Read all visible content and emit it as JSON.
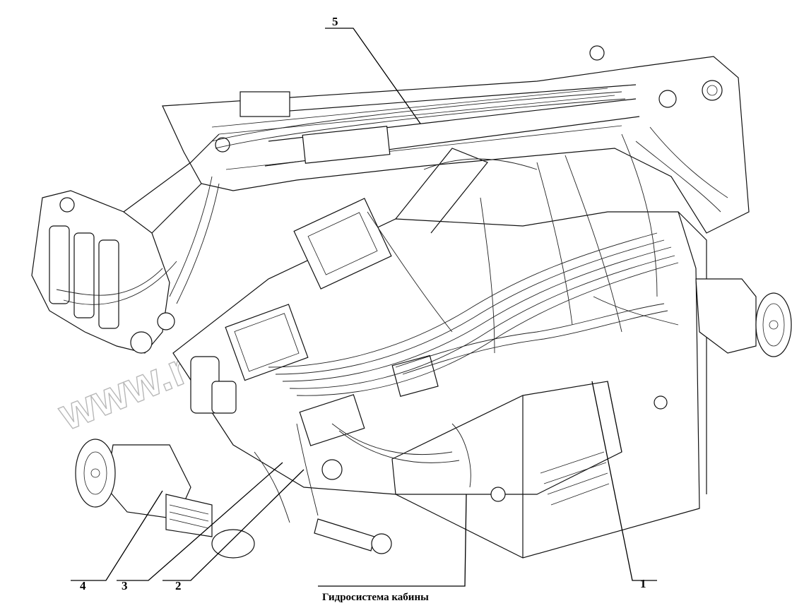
{
  "watermark": "www.mbmtz.ru",
  "callouts": [
    {
      "id": "1",
      "label": "1"
    },
    {
      "id": "2",
      "label": "2"
    },
    {
      "id": "3",
      "label": "3"
    },
    {
      "id": "4",
      "label": "4"
    },
    {
      "id": "5",
      "label": "5"
    }
  ],
  "caption": "Гидросистема кабины"
}
